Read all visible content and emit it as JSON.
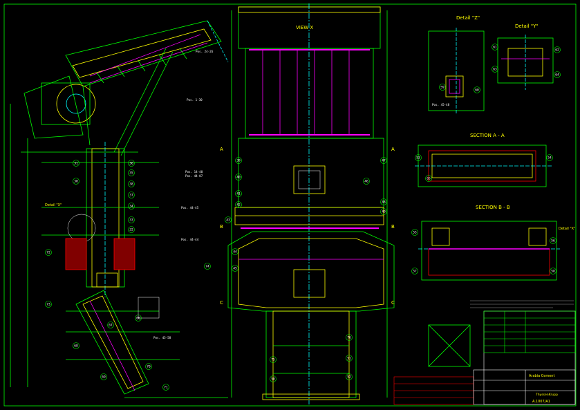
{
  "titles": {
    "view_x": "VIEW X",
    "detail_z": "Detail \"Z\"",
    "detail_y": "Detail \"Y\"",
    "section_aa": "SECTION A - A",
    "section_bb": "SECTION B - B",
    "detail_x_side": "Detail \"X\"",
    "detail_x_right": "Detail \"X\""
  },
  "section_marks": [
    "A",
    "A",
    "B",
    "B",
    "C",
    "C"
  ],
  "position_labels": [
    "Pos. 24-26",
    "Pos. 1-30",
    "Pos. 14-40",
    "Pos. 44-07",
    "Pos. 44-45",
    "Pos. 44-44",
    "Pos. 45-58",
    "Pos. 45-48"
  ],
  "bubbles": [
    "36",
    "35",
    "38",
    "37",
    "34",
    "33",
    "32",
    "31",
    "30",
    "39",
    "40",
    "41",
    "42",
    "43",
    "44",
    "45",
    "46",
    "47",
    "48",
    "49",
    "50",
    "51",
    "52",
    "53",
    "54",
    "55",
    "56",
    "57",
    "58",
    "59",
    "60",
    "61",
    "62",
    "63",
    "64",
    "65",
    "66",
    "67",
    "68",
    "69",
    "70",
    "71",
    "72",
    "73",
    "74",
    "75",
    "76"
  ],
  "title_block": {
    "company": "ThyssenKrupp",
    "project": "Arabia Cement",
    "drawing_no": "A.1007/A1"
  },
  "colors": {
    "background": "#000000",
    "outline": "#00ff00",
    "centerline": "#00ffff",
    "detail": "#ffff00",
    "member": "#ff00ff",
    "frame": "#ff0000",
    "text": "#ffffff"
  }
}
